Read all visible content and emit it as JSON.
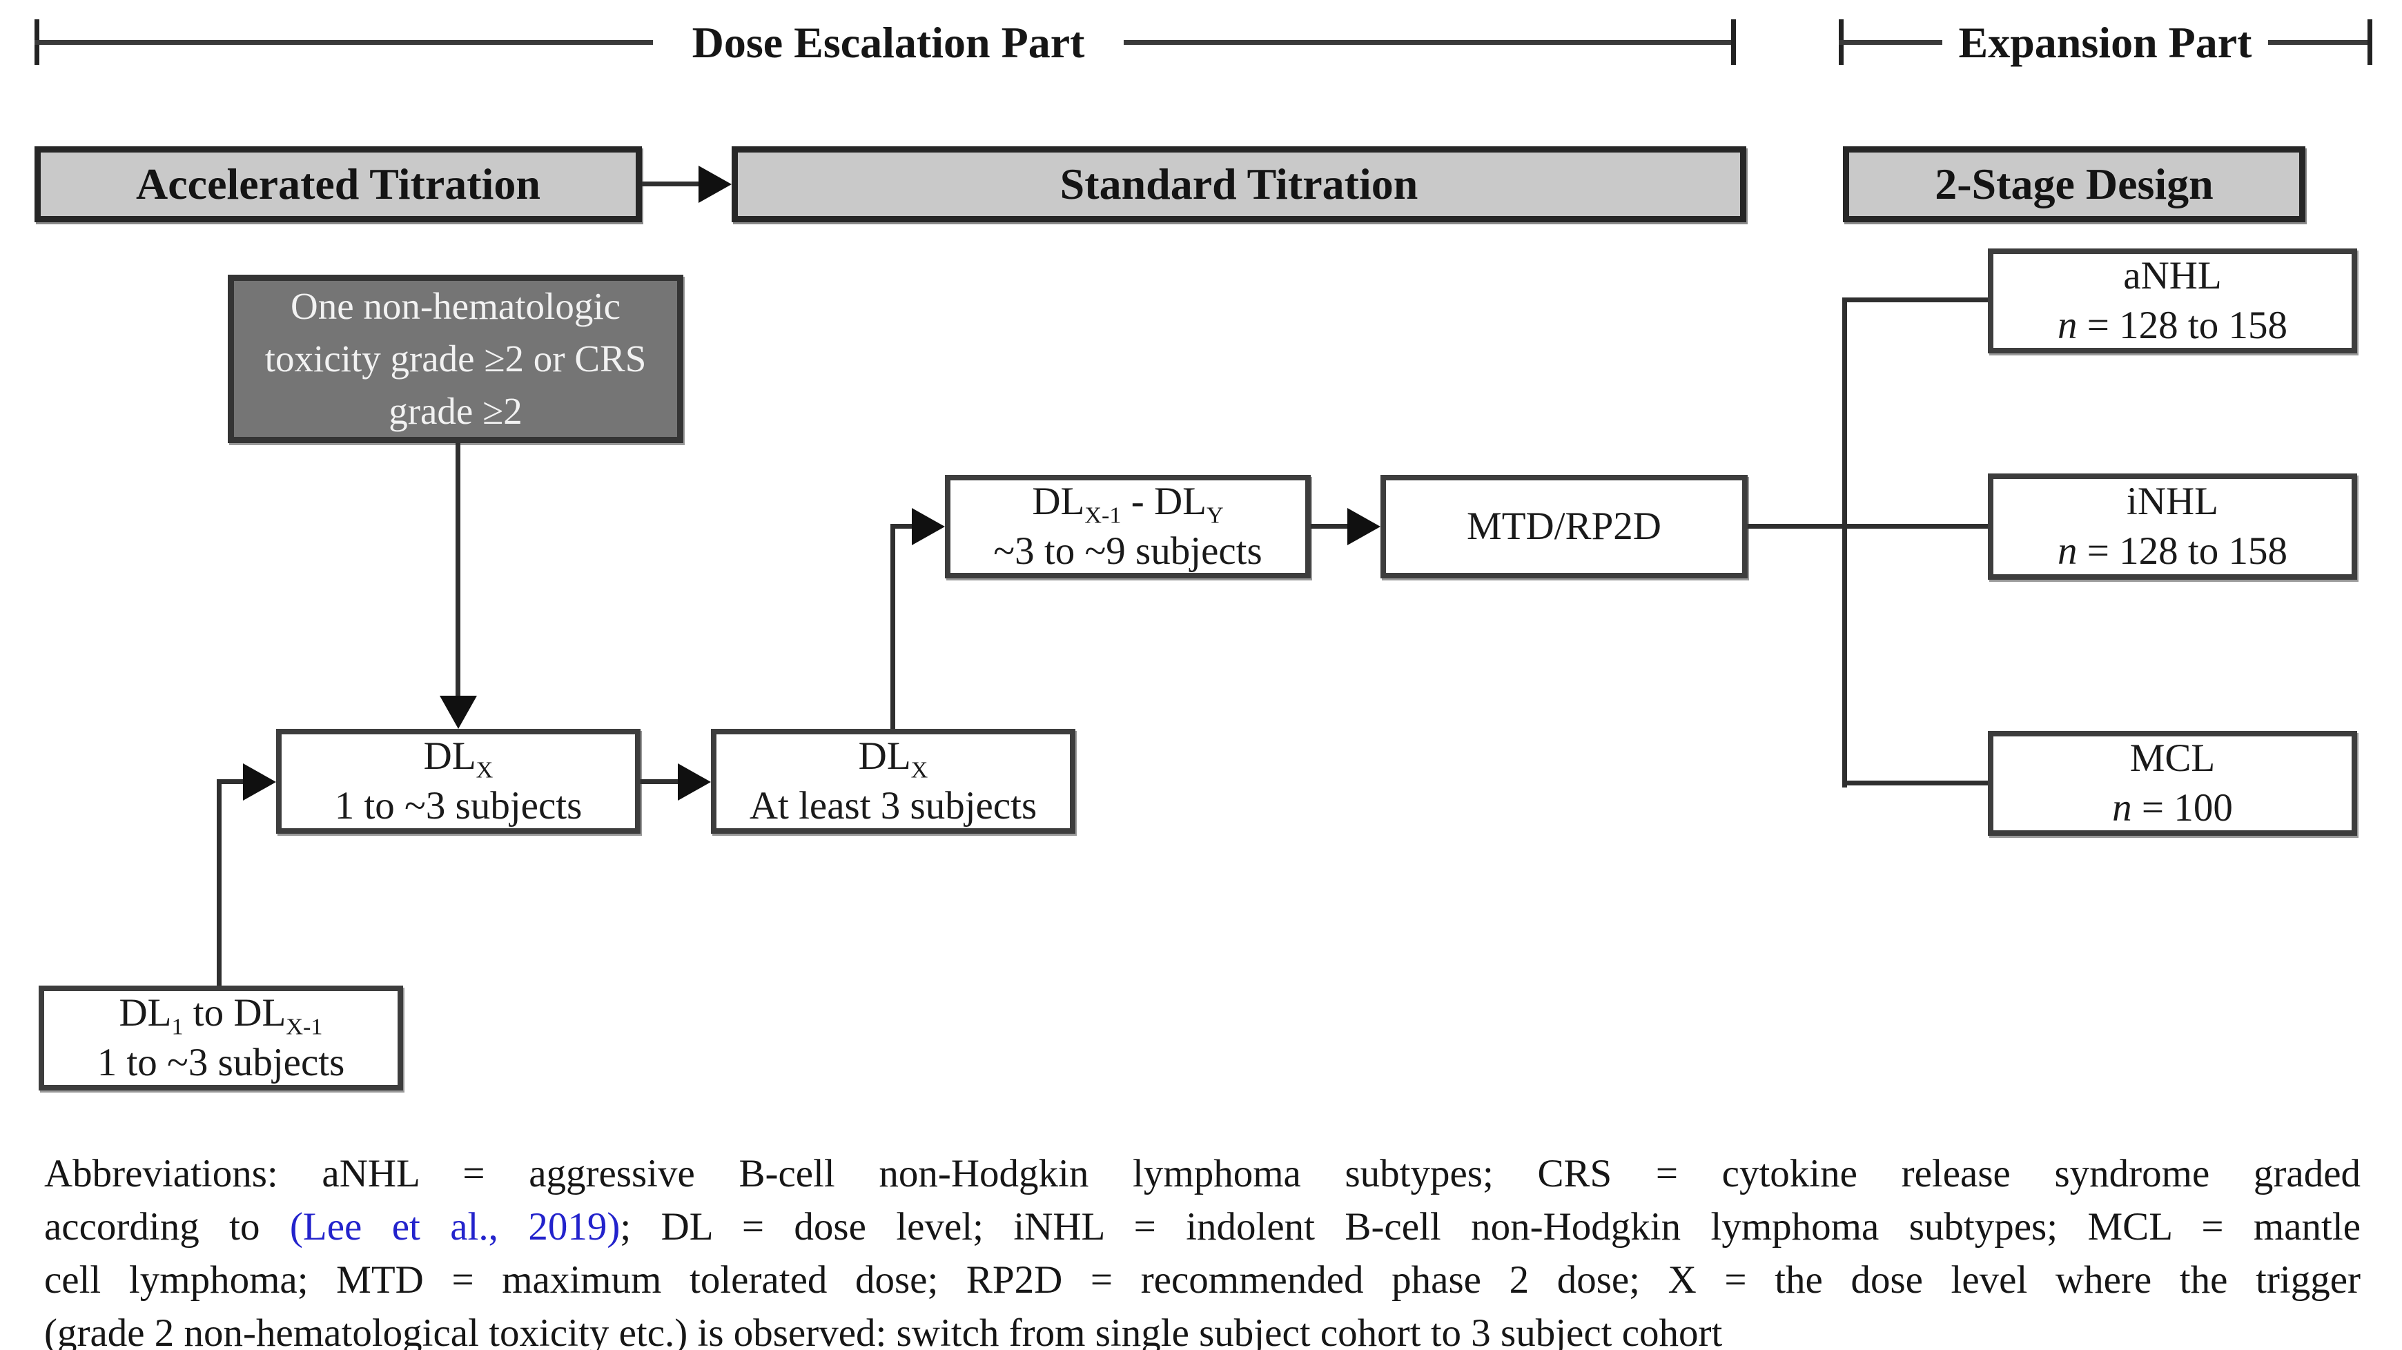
{
  "brackets": {
    "dose_escalation_label": "Dose Escalation Part",
    "expansion_label": "Expansion Part"
  },
  "headers": {
    "accelerated": "Accelerated Titration",
    "standard": "Standard Titration",
    "two_stage": "2-Stage Design"
  },
  "trigger_box": {
    "line1": "One non-hematologic",
    "line2": "toxicity grade ≥2 or CRS",
    "line3": "grade ≥2"
  },
  "boxes": {
    "dl_range": {
      "seg1": "DL",
      "seg1_sub": "X-1",
      "seg2": " - DL",
      "seg2_sub": "Y",
      "line2": "~3 to ~9 subjects"
    },
    "mtd": {
      "label": "MTD/RP2D"
    },
    "dlx_accel": {
      "seg1": "DL",
      "seg1_sub": "X",
      "line2": "1 to ~3 subjects"
    },
    "dlx_standard": {
      "seg1": "DL",
      "seg1_sub": "X",
      "line2": "At least 3 subjects"
    },
    "dl1": {
      "seg1": "DL",
      "seg1_sub": "1",
      "seg2": " to DL",
      "seg2_sub": "X-1",
      "line2": "1 to ~3 subjects"
    },
    "anhl": {
      "title": "aNHL",
      "n_label": "n",
      "n_value": " = 128 to 158"
    },
    "inhl": {
      "title": "iNHL",
      "n_label": "n",
      "n_value": " = 128 to 158"
    },
    "mcl": {
      "title": "MCL",
      "n_label": "n",
      "n_value": " = 100"
    }
  },
  "abbreviations": {
    "line1": "Abbreviations: aNHL = aggressive B-cell non-Hodgkin lymphoma subtypes; CRS = cytokine release syndrome graded",
    "line2_pre": "according to ",
    "line2_link": "(Lee et al., 2019)",
    "line2_post": "; DL = dose level; iNHL = indolent B-cell non-Hodgkin lymphoma subtypes; MCL = mantle",
    "line3": "cell lymphoma; MTD = maximum tolerated dose; RP2D = recommended phase 2 dose; X = the dose level where the trigger",
    "line4": "(grade 2 non-hematological toxicity etc.) is observed: switch from single subject cohort to 3 subject cohort"
  },
  "colors": {
    "header_fill": "#c9c9c9",
    "header_border": "#262626",
    "box_border": "#3d3d3d",
    "trigger_fill": "#757575",
    "trigger_text": "#f2f2f2",
    "connector": "#2f2f2f",
    "link_blue": "#2323cc"
  }
}
